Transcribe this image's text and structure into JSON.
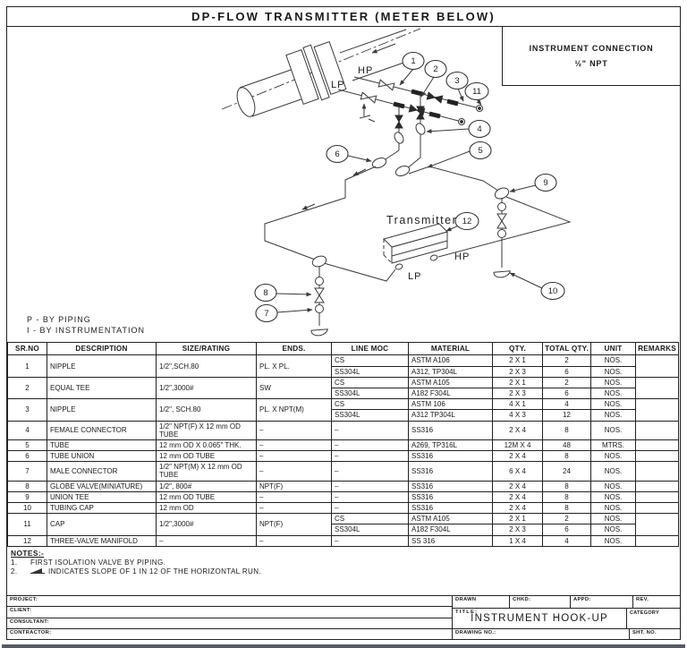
{
  "header": {
    "title": "DP-FLOW TRANSMITTER (METER BELOW)"
  },
  "connection_box": {
    "line1": "INSTRUMENT CONNECTION",
    "line2": "½\" NPT"
  },
  "diagram": {
    "transmitter_label": "Transmitter",
    "hp_tap_label": "HP",
    "lp_tap_label": "LP",
    "hp_tx_label": "HP",
    "lp_tx_label": "LP",
    "legend_p": "P  -  BY  PIPING",
    "legend_i": "I  -  BY  INSTRUMENTATION",
    "balloons": {
      "n1": "1",
      "n2": "2",
      "n3": "3",
      "n4": "4",
      "n5": "5",
      "n6": "6",
      "n7": "7",
      "n8": "8",
      "n9": "9",
      "n10": "10",
      "n11": "11",
      "n12": "12"
    }
  },
  "table": {
    "headers": [
      "SR.NO",
      "DESCRIPTION",
      "SIZE/RATING",
      "ENDS.",
      "LINE MOC",
      "MATERIAL",
      "QTY.",
      "TOTAL QTY.",
      "UNIT",
      "REMARKS"
    ],
    "rows": [
      {
        "sr": "1",
        "desc": "NIPPLE",
        "size": "1/2\",SCH.80",
        "ends": "PL. X PL.",
        "remarks": "",
        "sub": [
          {
            "moc": "CS",
            "material": "ASTM A106",
            "qty": "2 X 1",
            "total": "2",
            "unit": "NOS."
          },
          {
            "moc": "SS304L",
            "material": "A312, TP304L",
            "qty": "2 X 3",
            "total": "6",
            "unit": "NOS."
          }
        ]
      },
      {
        "sr": "2",
        "desc": "EQUAL TEE",
        "size": "1/2\",3000#",
        "ends": "SW",
        "remarks": "",
        "sub": [
          {
            "moc": "CS",
            "material": "ASTM A105",
            "qty": "2 X 1",
            "total": "2",
            "unit": "NOS."
          },
          {
            "moc": "SS304L",
            "material": "A182 F304L",
            "qty": "2 X 3",
            "total": "6",
            "unit": "NOS."
          }
        ]
      },
      {
        "sr": "3",
        "desc": "NIPPLE",
        "size": "1/2\", SCH.80",
        "ends": "PL. X NPT(M)",
        "remarks": "",
        "sub": [
          {
            "moc": "CS",
            "material": "ASTM 106",
            "qty": "4 X 1",
            "total": "4",
            "unit": "NOS."
          },
          {
            "moc": "SS304L",
            "material": "A312 TP304L",
            "qty": "4 X 3",
            "total": "12",
            "unit": "NOS."
          }
        ]
      },
      {
        "sr": "4",
        "desc": "FEMALE CONNECTOR",
        "size": "1/2\" NPT(F) X 12 mm OD TUBE",
        "ends": "–",
        "remarks": "",
        "sub": [
          {
            "moc": "–",
            "material": "SS316",
            "qty": "2 X 4",
            "total": "8",
            "unit": "NOS."
          }
        ]
      },
      {
        "sr": "5",
        "desc": "TUBE",
        "size": "12 mm OD X 0.065\" THK.",
        "ends": "–",
        "remarks": "",
        "sub": [
          {
            "moc": "–",
            "material": "A269, TP316L",
            "qty": "12M X 4",
            "total": "48",
            "unit": "MTRS."
          }
        ]
      },
      {
        "sr": "6",
        "desc": "TUBE UNION",
        "size": "12 mm OD TUBE",
        "ends": "–",
        "remarks": "",
        "sub": [
          {
            "moc": "–",
            "material": "SS316",
            "qty": "2 X 4",
            "total": "8",
            "unit": "NOS."
          }
        ]
      },
      {
        "sr": "7",
        "desc": "MALE CONNECTOR",
        "size": "1/2\" NPT(M) X 12 mm OD TUBE",
        "ends": "–",
        "remarks": "",
        "sub": [
          {
            "moc": "–",
            "material": "SS316",
            "qty": "6 X 4",
            "total": "24",
            "unit": "NOS."
          }
        ]
      },
      {
        "sr": "8",
        "desc": "GLOBE VALVE(MINIATURE)",
        "size": "1/2\", 800#",
        "ends": "NPT(F)",
        "remarks": "",
        "sub": [
          {
            "moc": "–",
            "material": "SS316",
            "qty": "2 X 4",
            "total": "8",
            "unit": "NOS."
          }
        ]
      },
      {
        "sr": "9",
        "desc": "UNION TEE",
        "size": "12 mm OD TUBE",
        "ends": "–",
        "remarks": "",
        "sub": [
          {
            "moc": "–",
            "material": "SS316",
            "qty": "2 X 4",
            "total": "8",
            "unit": "NOS."
          }
        ]
      },
      {
        "sr": "10",
        "desc": "TUBING CAP",
        "size": "12 mm OD",
        "ends": "–",
        "remarks": "",
        "sub": [
          {
            "moc": "–",
            "material": "SS316",
            "qty": "2 X 4",
            "total": "8",
            "unit": "NOS."
          }
        ]
      },
      {
        "sr": "11",
        "desc": "CAP",
        "size": "1/2\",3000#",
        "ends": "NPT(F)",
        "remarks": "",
        "sub": [
          {
            "moc": "CS",
            "material": "ASTM A105",
            "qty": "2 X 1",
            "total": "2",
            "unit": "NOS."
          },
          {
            "moc": "SS304L",
            "material": "A182 F304L",
            "qty": "2 X 3",
            "total": "6",
            "unit": "NOS."
          }
        ]
      },
      {
        "sr": "12",
        "desc": "THREE-VALVE MANIFOLD",
        "size": "–",
        "ends": "–",
        "remarks": "",
        "sub": [
          {
            "moc": "–",
            "material": "SS 316",
            "qty": "1 X 4",
            "total": "4",
            "unit": "NOS."
          }
        ]
      }
    ]
  },
  "notes": {
    "heading": "NOTES:-",
    "n1_no": "1.",
    "n1": "FIRST ISOLATION VALVE BY PIPING.",
    "n2_no": "2.",
    "n2": "INDICATES SLOPE OF 1 IN 12 OF THE HORIZONTAL RUN."
  },
  "titleblock": {
    "project_label": "PROJECT:",
    "client_label": "CLIENT:",
    "consultant_label": "CONSULTANT:",
    "contractor_label": "CONTRACTOR:",
    "drawn_label": "DRAWN",
    "chkd_label": "CHKD:",
    "appd_label": "APPD:",
    "rev_label": "REV.",
    "title_label": "TITLE:",
    "title": "INSTRUMENT HOOK-UP",
    "category_label": "CATEGORY",
    "drawing_no_label": "DRAWING NO.:",
    "sht_no_label": "SHT. NO."
  }
}
